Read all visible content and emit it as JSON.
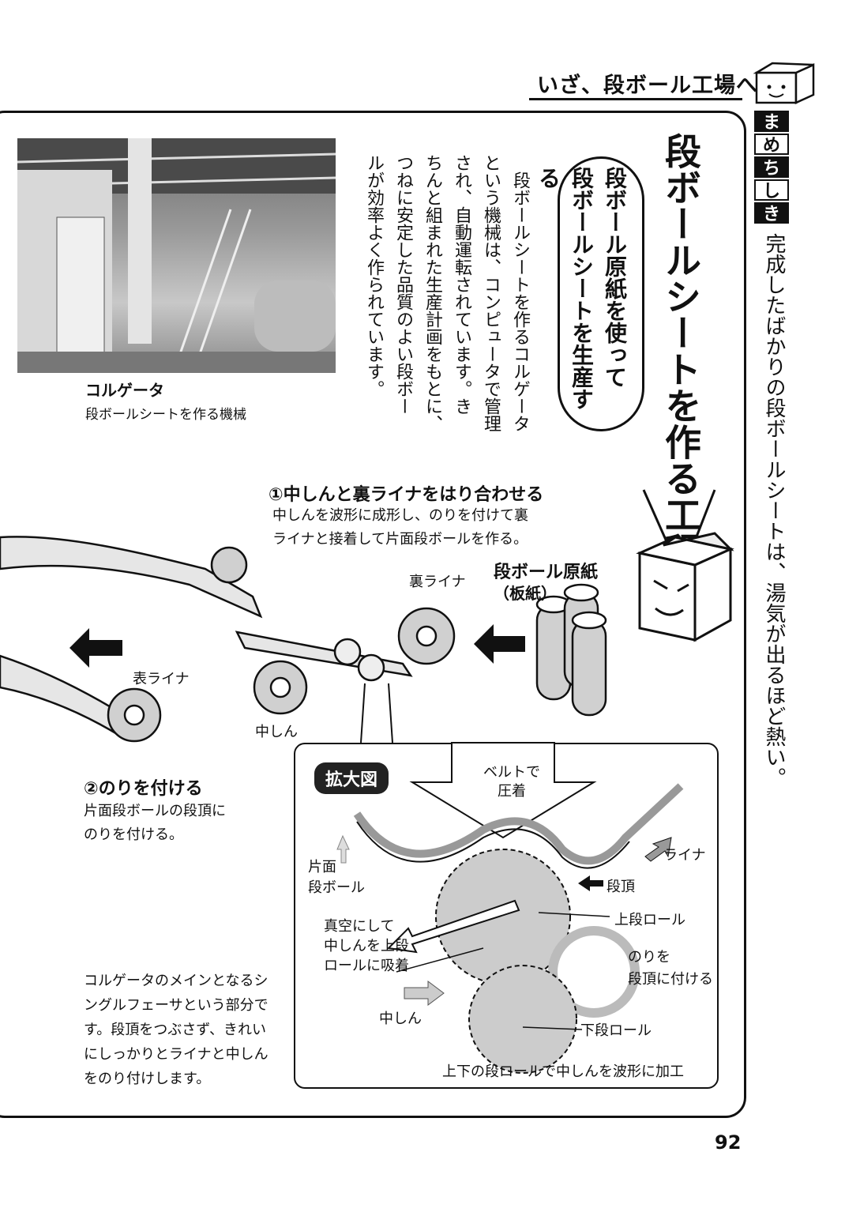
{
  "header": {
    "title": "いざ、段ボール工場へ",
    "mascot_icon": "cardboard-box-mascot-icon"
  },
  "photo": {
    "caption_title": "コルゲータ",
    "caption_sub": "段ボールシートを作る機械"
  },
  "section": {
    "title": "段ボールシートを作る工程",
    "subtitle_lines": [
      "段ボール原紙を使って",
      "段ボールシートを生産する"
    ],
    "body_lines": [
      "段ボールシートを作るコルゲータ",
      "という機械は、コンピュータで管理",
      "され、自動運転されています。き",
      "ちんと組まれた生産計画をもとに、",
      "つねに安定した品質のよい段ボー",
      "ルが効率よく作られています。"
    ]
  },
  "sidebar": {
    "label_chars": [
      "ま",
      "め",
      "ち",
      "し",
      "き"
    ],
    "text": "完成したばかりの段ボールシートは、湯気が出るほど熱い。"
  },
  "diagram": {
    "step1_title": "①中しんと裏ライナをはり合わせる",
    "step1_desc": [
      "中しんを波形に成形し、のりを付けて裏",
      "ライナと接着して片面段ボールを作る。"
    ],
    "raw_paper": [
      "段ボール原紙",
      "（板紙）"
    ],
    "back_liner": "裏ライナ",
    "front_liner": "表ライナ",
    "medium": "中しん",
    "step2_title": "②のりを付ける",
    "step2_desc": [
      "片面段ボールの段頂に",
      "のりを付ける。"
    ],
    "note": [
      "コルゲータのメインとなるシ",
      "ングルフェーサという部分で",
      "す。段頂をつぶさず、きれい",
      "にしっかりとライナと中しん",
      "をのり付けします。"
    ]
  },
  "inset": {
    "badge": "拡大図",
    "belt": [
      "ベルトで",
      "圧着"
    ],
    "liner": "ライナ",
    "single_face": [
      "片面",
      "段ボール"
    ],
    "flute_tip": "段頂",
    "upper_roll": "上段ロール",
    "vacuum": [
      "真空にして",
      "中しんを上段",
      "ロールに吸着"
    ],
    "glue": [
      "のりを",
      "段頂に付ける"
    ],
    "medium": "中しん",
    "lower_roll": "下段ロール",
    "caption": "上下の段ロールで中しんを波形に加工"
  },
  "page_number": "92"
}
